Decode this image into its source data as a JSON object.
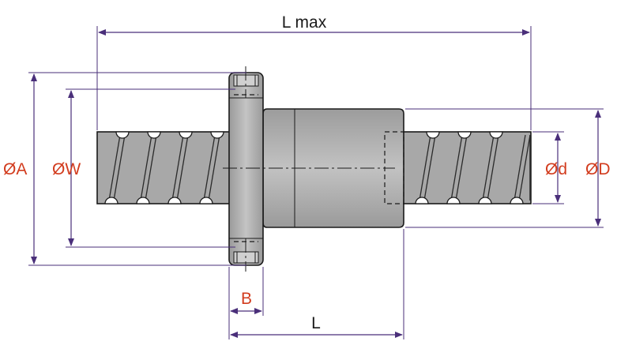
{
  "labels": {
    "l_max": "L max",
    "dia_a": "ØA",
    "dia_w": "ØW",
    "dia_d_small": "Ød",
    "dia_d_large": "ØD",
    "b": "B",
    "l": "L"
  },
  "colors": {
    "label_black": "#1a1a1a",
    "label_red": "#d23c1e",
    "dimension_line": "#4a2f7a",
    "shaft_fill": "#a9a9a9",
    "nut_fill": "#b8b8b8",
    "groove_fill": "#ffffff"
  }
}
